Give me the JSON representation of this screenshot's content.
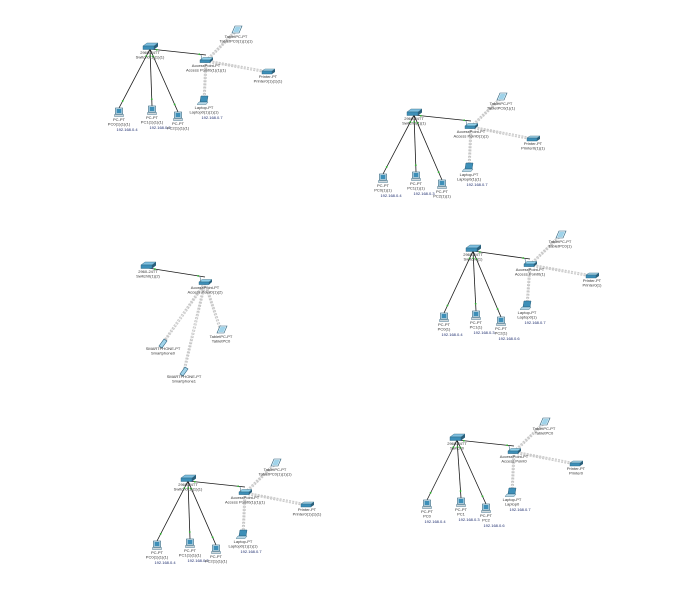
{
  "canvas": {
    "background": "#ffffff"
  },
  "colors": {
    "wired_link": "#1b1b1b",
    "wireless_link": "#c8c8c8",
    "link_up_dot": "#2db52d",
    "device_blue": "#3d8fb8",
    "device_dark": "#2a5f7a",
    "ip_text": "#1a2a6c"
  },
  "topologies": [
    {
      "id": "t1",
      "devices": [
        {
          "id": "sw",
          "type": "switch",
          "icon": "switch-icon",
          "labels": [
            "2960-24TT",
            "Switch0(1)(1)(1)"
          ]
        },
        {
          "id": "ap",
          "type": "access-point",
          "icon": "access-point-icon",
          "labels": [
            "AccessPoint-PT",
            "Access Point0(1)(1)(1)"
          ]
        },
        {
          "id": "tab",
          "type": "tablet",
          "icon": "tablet-icon",
          "labels": [
            "TabletPC-PT",
            "TabletPC0(1)(1)(1)"
          ]
        },
        {
          "id": "prn",
          "type": "printer",
          "icon": "printer-icon",
          "labels": [
            "Printer-PT",
            "Printer0(1)(1)(1)"
          ]
        },
        {
          "id": "lap",
          "type": "laptop",
          "icon": "laptop-icon",
          "labels": [
            "Laptop-PT",
            "Laptop0(1)(1)(1)",
            "192.168.0.7"
          ]
        },
        {
          "id": "pc0",
          "type": "pc",
          "icon": "pc-icon",
          "labels": [
            "PC-PT",
            "PC0(1)(1)(1)",
            "192.168.0.4"
          ]
        },
        {
          "id": "pc1",
          "type": "pc",
          "icon": "pc-icon",
          "labels": [
            "PC-PT",
            "PC1(1)(1)(1)",
            "192.168.0.3"
          ]
        },
        {
          "id": "pc2",
          "type": "pc",
          "icon": "pc-icon",
          "labels": [
            "PC-PT",
            "PC2(1)(1)(1)"
          ]
        }
      ],
      "links": [
        {
          "from": "sw",
          "to": "ap",
          "kind": "wired"
        },
        {
          "from": "sw",
          "to": "pc0",
          "kind": "wired"
        },
        {
          "from": "sw",
          "to": "pc1",
          "kind": "wired"
        },
        {
          "from": "sw",
          "to": "pc2",
          "kind": "wired"
        },
        {
          "from": "ap",
          "to": "tab",
          "kind": "wireless"
        },
        {
          "from": "ap",
          "to": "prn",
          "kind": "wireless"
        },
        {
          "from": "ap",
          "to": "lap",
          "kind": "wireless"
        }
      ]
    },
    {
      "id": "t2",
      "devices": [
        {
          "id": "sw",
          "type": "switch",
          "icon": "switch-icon",
          "labels": [
            "2960-24TT",
            "Switch0(1)(1)"
          ]
        },
        {
          "id": "ap",
          "type": "access-point",
          "icon": "access-point-icon",
          "labels": [
            "AccessPoint-PT",
            "Access Point0(1)(1)"
          ]
        },
        {
          "id": "tab",
          "type": "tablet",
          "icon": "tablet-icon",
          "labels": [
            "TabletPC-PT",
            "TabletPC0(1)(1)"
          ]
        },
        {
          "id": "prn",
          "type": "printer",
          "icon": "printer-icon",
          "labels": [
            "Printer-PT",
            "Printer0(1)(1)"
          ]
        },
        {
          "id": "lap",
          "type": "laptop",
          "icon": "laptop-icon",
          "labels": [
            "Laptop-PT",
            "Laptop0(1)(1)",
            "192.168.0.7"
          ]
        },
        {
          "id": "pc0",
          "type": "pc",
          "icon": "pc-icon",
          "labels": [
            "PC-PT",
            "PC0(1)(1)",
            "192.168.0.4"
          ]
        },
        {
          "id": "pc1",
          "type": "pc",
          "icon": "pc-icon",
          "labels": [
            "PC-PT",
            "PC1(1)(1)",
            "192.168.0.3"
          ]
        },
        {
          "id": "pc2",
          "type": "pc",
          "icon": "pc-icon",
          "labels": [
            "PC-PT",
            "PC2(1)(1)"
          ]
        }
      ],
      "links": [
        {
          "from": "sw",
          "to": "ap",
          "kind": "wired"
        },
        {
          "from": "sw",
          "to": "pc0",
          "kind": "wired"
        },
        {
          "from": "sw",
          "to": "pc1",
          "kind": "wired"
        },
        {
          "from": "sw",
          "to": "pc2",
          "kind": "wired"
        },
        {
          "from": "ap",
          "to": "tab",
          "kind": "wireless"
        },
        {
          "from": "ap",
          "to": "prn",
          "kind": "wireless"
        },
        {
          "from": "ap",
          "to": "lap",
          "kind": "wireless"
        }
      ]
    },
    {
      "id": "t3",
      "devices": [
        {
          "id": "sw",
          "type": "switch",
          "icon": "switch-icon",
          "labels": [
            "2960-24TT",
            "Switch0(1)(2)"
          ]
        },
        {
          "id": "ap",
          "type": "access-point",
          "icon": "access-point-icon",
          "labels": [
            "AccessPoint-PT",
            "Access Point0(1)(2)"
          ]
        },
        {
          "id": "tab",
          "type": "tablet",
          "icon": "tablet-icon",
          "labels": [
            "TabletPC-PT",
            "TabletPC0"
          ]
        },
        {
          "id": "ph0",
          "type": "smartphone",
          "icon": "smartphone-icon",
          "labels": [
            "SMARTPHONE-PT",
            "Smartphone0"
          ]
        },
        {
          "id": "ph1",
          "type": "smartphone",
          "icon": "smartphone-icon",
          "labels": [
            "SMARTPHONE-PT",
            "Smartphone1"
          ]
        }
      ],
      "links": [
        {
          "from": "sw",
          "to": "ap",
          "kind": "wired"
        },
        {
          "from": "ap",
          "to": "tab",
          "kind": "wireless"
        },
        {
          "from": "ap",
          "to": "ph0",
          "kind": "wireless"
        },
        {
          "from": "ap",
          "to": "ph1",
          "kind": "wireless"
        }
      ]
    },
    {
      "id": "t4",
      "devices": [
        {
          "id": "sw",
          "type": "switch",
          "icon": "switch-icon",
          "labels": [
            "2960-24TT",
            "Switch0(1)"
          ]
        },
        {
          "id": "ap",
          "type": "access-point",
          "icon": "access-point-icon",
          "labels": [
            "AccessPoint-PT",
            "Access Point0(1)"
          ]
        },
        {
          "id": "tab",
          "type": "tablet",
          "icon": "tablet-icon",
          "labels": [
            "TabletPC-PT",
            "TabletPC0(1)"
          ]
        },
        {
          "id": "prn",
          "type": "printer",
          "icon": "printer-icon",
          "labels": [
            "Printer-PT",
            "Printer0(1)"
          ]
        },
        {
          "id": "lap",
          "type": "laptop",
          "icon": "laptop-icon",
          "labels": [
            "Laptop-PT",
            "Laptop0(1)",
            "192.168.0.7"
          ]
        },
        {
          "id": "pc0",
          "type": "pc",
          "icon": "pc-icon",
          "labels": [
            "PC-PT",
            "PC0(1)",
            "192.168.0.4"
          ]
        },
        {
          "id": "pc1",
          "type": "pc",
          "icon": "pc-icon",
          "labels": [
            "PC-PT",
            "PC1(1)",
            "192.168.0.3"
          ]
        },
        {
          "id": "pc2",
          "type": "pc",
          "icon": "pc-icon",
          "labels": [
            "PC-PT",
            "PC2(1)",
            "192.168.0.6"
          ]
        }
      ],
      "links": [
        {
          "from": "sw",
          "to": "ap",
          "kind": "wired"
        },
        {
          "from": "sw",
          "to": "pc0",
          "kind": "wired"
        },
        {
          "from": "sw",
          "to": "pc1",
          "kind": "wired"
        },
        {
          "from": "sw",
          "to": "pc2",
          "kind": "wired"
        },
        {
          "from": "ap",
          "to": "tab",
          "kind": "wireless"
        },
        {
          "from": "ap",
          "to": "prn",
          "kind": "wireless"
        },
        {
          "from": "ap",
          "to": "lap",
          "kind": "wireless"
        }
      ]
    },
    {
      "id": "t5",
      "devices": [
        {
          "id": "sw",
          "type": "switch",
          "icon": "switch-icon",
          "labels": [
            "2960-24TT",
            "Switch0(1)(1)(1)"
          ]
        },
        {
          "id": "ap",
          "type": "access-point",
          "icon": "access-point-icon",
          "labels": [
            "AccessPoint-PT",
            "Access Point0(1)(1)(1)"
          ]
        },
        {
          "id": "tab",
          "type": "tablet",
          "icon": "tablet-icon",
          "labels": [
            "TabletPC-PT",
            "TabletPC0(1)(1)(1)"
          ]
        },
        {
          "id": "prn",
          "type": "printer",
          "icon": "printer-icon",
          "labels": [
            "Printer-PT",
            "Printer0(1)(1)(1)"
          ]
        },
        {
          "id": "lap",
          "type": "laptop",
          "icon": "laptop-icon",
          "labels": [
            "Laptop-PT",
            "Laptop0(1)(1)(1)",
            "192.168.0.7"
          ]
        },
        {
          "id": "pc0",
          "type": "pc",
          "icon": "pc-icon",
          "labels": [
            "PC-PT",
            "PC0(1)(1)(1)",
            "192.168.0.4"
          ]
        },
        {
          "id": "pc1",
          "type": "pc",
          "icon": "pc-icon",
          "labels": [
            "PC-PT",
            "PC1(1)(1)(1)",
            "192.168.0.3"
          ]
        },
        {
          "id": "pc2",
          "type": "pc",
          "icon": "pc-icon",
          "labels": [
            "PC-PT",
            "PC2(1)(1)(1)"
          ]
        }
      ],
      "links": [
        {
          "from": "sw",
          "to": "ap",
          "kind": "wired"
        },
        {
          "from": "sw",
          "to": "pc0",
          "kind": "wired"
        },
        {
          "from": "sw",
          "to": "pc1",
          "kind": "wired"
        },
        {
          "from": "sw",
          "to": "pc2",
          "kind": "wired"
        },
        {
          "from": "ap",
          "to": "tab",
          "kind": "wireless"
        },
        {
          "from": "ap",
          "to": "prn",
          "kind": "wireless"
        },
        {
          "from": "ap",
          "to": "lap",
          "kind": "wireless"
        }
      ]
    },
    {
      "id": "t6",
      "devices": [
        {
          "id": "sw",
          "type": "switch",
          "icon": "switch-icon",
          "labels": [
            "2960-24TT",
            "Switch0"
          ]
        },
        {
          "id": "ap",
          "type": "access-point",
          "icon": "access-point-icon",
          "labels": [
            "AccessPoint-PT",
            "Access Point0"
          ]
        },
        {
          "id": "tab",
          "type": "tablet",
          "icon": "tablet-icon",
          "labels": [
            "TabletPC-PT",
            "TabletPC0"
          ]
        },
        {
          "id": "prn",
          "type": "printer",
          "icon": "printer-icon",
          "labels": [
            "Printer-PT",
            "Printer0"
          ]
        },
        {
          "id": "lap",
          "type": "laptop",
          "icon": "laptop-icon",
          "labels": [
            "Laptop-PT",
            "Laptop0",
            "192.168.0.7"
          ]
        },
        {
          "id": "pc0",
          "type": "pc",
          "icon": "pc-icon",
          "labels": [
            "PC-PT",
            "PC0",
            "192.168.0.4"
          ]
        },
        {
          "id": "pc1",
          "type": "pc",
          "icon": "pc-icon",
          "labels": [
            "PC-PT",
            "PC1",
            "192.168.0.3"
          ]
        },
        {
          "id": "pc2",
          "type": "pc",
          "icon": "pc-icon",
          "labels": [
            "PC-PT",
            "PC2",
            "192.168.0.6"
          ]
        }
      ],
      "links": [
        {
          "from": "sw",
          "to": "ap",
          "kind": "wired"
        },
        {
          "from": "sw",
          "to": "pc0",
          "kind": "wired"
        },
        {
          "from": "sw",
          "to": "pc1",
          "kind": "wired"
        },
        {
          "from": "sw",
          "to": "pc2",
          "kind": "wired"
        },
        {
          "from": "ap",
          "to": "tab",
          "kind": "wireless"
        },
        {
          "from": "ap",
          "to": "prn",
          "kind": "wireless"
        },
        {
          "from": "ap",
          "to": "lap",
          "kind": "wireless"
        }
      ]
    }
  ]
}
